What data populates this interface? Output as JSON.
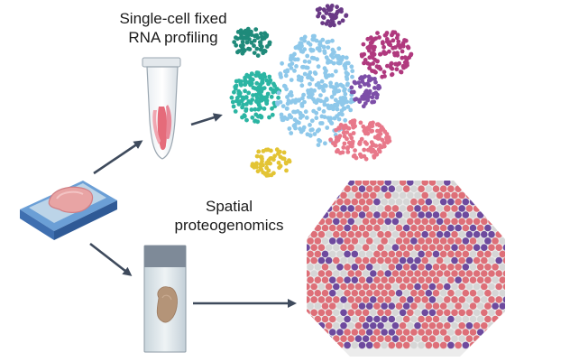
{
  "labels": {
    "rna_line1": "Single-cell fixed",
    "rna_line2": "RNA profiling",
    "spatial_line1": "Spatial",
    "spatial_line2": "proteogenomics"
  },
  "colors": {
    "teal_dark": "#1f8a7a",
    "teal": "#2bb5a3",
    "light_blue": "#8ec8ea",
    "purple_dark": "#6a3a86",
    "magenta": "#b0397e",
    "violet": "#7d4ea8",
    "pink": "#e8788a",
    "yellow": "#e3c435",
    "spot_coral": "#de6f78",
    "spot_purple": "#6e4a9e",
    "spot_grey": "#d6d6d6",
    "arrow": "#3e4a5c",
    "tissue": "#e8a4a4"
  },
  "clusters": [
    {
      "name": "cluster-teal-dark",
      "color": "teal_dark",
      "count": 70
    },
    {
      "name": "cluster-purple-dark",
      "color": "purple_dark",
      "count": 40
    },
    {
      "name": "cluster-teal",
      "color": "teal",
      "count": 140
    },
    {
      "name": "cluster-light-blue",
      "color": "light_blue",
      "count": 320
    },
    {
      "name": "cluster-magenta",
      "color": "magenta",
      "count": 120
    },
    {
      "name": "cluster-violet",
      "color": "violet",
      "count": 60
    },
    {
      "name": "cluster-pink",
      "color": "pink",
      "count": 130
    },
    {
      "name": "cluster-yellow",
      "color": "yellow",
      "count": 55
    }
  ]
}
